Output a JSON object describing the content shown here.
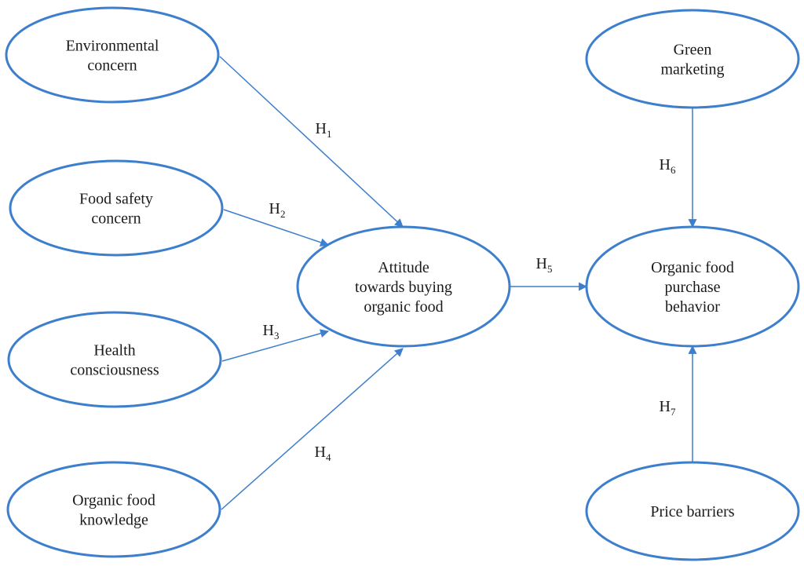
{
  "colors": {
    "stroke": "#3d7fcc",
    "text": "#1a1a1a",
    "background": "#ffffff"
  },
  "nodes": [
    {
      "id": "environmental_concern",
      "lines": [
        "Environmental",
        "concern"
      ]
    },
    {
      "id": "food_safety_concern",
      "lines": [
        "Food safety",
        "concern"
      ]
    },
    {
      "id": "health_consciousness",
      "lines": [
        "Health",
        "consciousness"
      ]
    },
    {
      "id": "organic_food_knowledge",
      "lines": [
        "Organic food",
        "knowledge"
      ]
    },
    {
      "id": "attitude",
      "lines": [
        "Attitude",
        "towards buying",
        "organic food"
      ]
    },
    {
      "id": "green_marketing",
      "lines": [
        "Green",
        "marketing"
      ]
    },
    {
      "id": "purchase_behavior",
      "lines": [
        "Organic food",
        "purchase",
        "behavior"
      ]
    },
    {
      "id": "price_barriers",
      "lines": [
        "Price barriers"
      ]
    }
  ],
  "edges": [
    {
      "from": "environmental_concern",
      "to": "attitude",
      "label": "H",
      "subscript": "1"
    },
    {
      "from": "food_safety_concern",
      "to": "attitude",
      "label": "H",
      "subscript": "2"
    },
    {
      "from": "health_consciousness",
      "to": "attitude",
      "label": "H",
      "subscript": "3"
    },
    {
      "from": "organic_food_knowledge",
      "to": "attitude",
      "label": "H",
      "subscript": "4"
    },
    {
      "from": "attitude",
      "to": "purchase_behavior",
      "label": "H",
      "subscript": "5"
    },
    {
      "from": "green_marketing",
      "to": "purchase_behavior",
      "label": "H",
      "subscript": "6"
    },
    {
      "from": "price_barriers",
      "to": "purchase_behavior",
      "label": "H",
      "subscript": "7"
    }
  ]
}
